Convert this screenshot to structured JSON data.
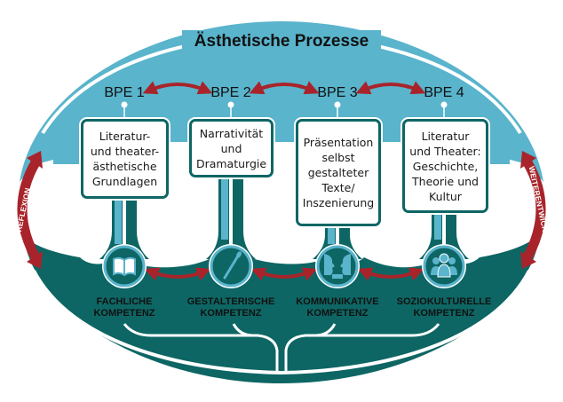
{
  "title": "Ästhetische Prozesse",
  "colors": {
    "top_band": "#59b4cc",
    "bottom_band": "#0d6664",
    "arrow": "#a8242a",
    "box_border": "#0d6664",
    "icon_ring": "#59b4cc"
  },
  "bpe": [
    {
      "label": "BPE 1",
      "box_text": "Literatur-\nund theater-\nästhetische\nGrundlagen"
    },
    {
      "label": "BPE 2",
      "box_text": "Narrativität\nund\nDramaturgie"
    },
    {
      "label": "BPE 3",
      "box_text": "Präsentation\nselbst\ngestalteter\nTexte/\nInszenierung"
    },
    {
      "label": "BPE 4",
      "box_text": "Literatur\nund Theater:\nGeschichte,\nTheorie und\nKultur"
    }
  ],
  "kompetenzen": [
    {
      "line1": "FACHLICHE",
      "line2": "KOMPETENZ",
      "icon": "book-icon"
    },
    {
      "line1": "GESTALTERISCHE",
      "line2": "KOMPETENZ",
      "icon": "paintbrush-icon"
    },
    {
      "line1": "KOMMUNIKATIVE",
      "line2": "KOMPETENZ",
      "icon": "faces-dialogue-icon"
    },
    {
      "line1": "SOZIOKULTURELLE",
      "line2": "KOMPETENZ",
      "icon": "people-group-icon"
    }
  ],
  "side_labels": {
    "left": "REFLEXION",
    "right": "WEITERENTWICKLUNG"
  }
}
